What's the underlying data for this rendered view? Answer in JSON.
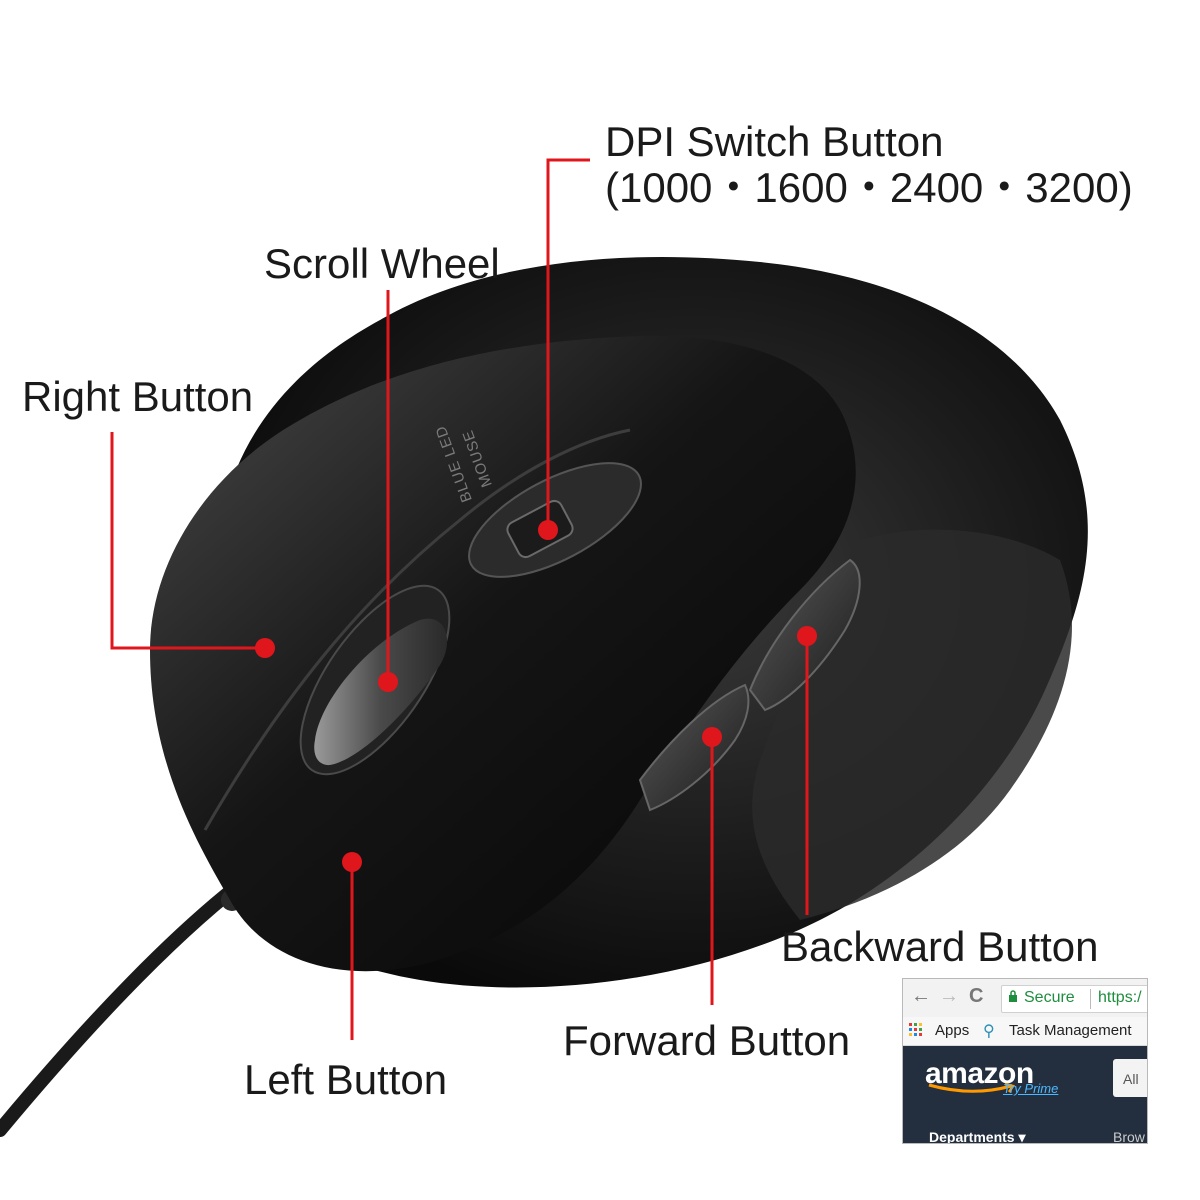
{
  "labels": {
    "dpi_switch_title": "DPI Switch Button",
    "dpi_switch_values": "(1000・1600・2400・3200)",
    "scroll_wheel": "Scroll Wheel",
    "right_button": "Right Button",
    "left_button": "Left Button",
    "forward_button": "Forward Button",
    "backward_button": "Backward Button"
  },
  "mouse_print": {
    "line1": "BLUE LED",
    "line2": "MOUSE"
  },
  "browser_thumbnail": {
    "back": "←",
    "forward": "→",
    "reload": "C",
    "secure": "Secure",
    "url": "https:/",
    "apps": "Apps",
    "bookmark": "Task Management",
    "logo": "amazon",
    "try_prime": "Try Prime",
    "search_scope": "All",
    "departments": "Departments ▾",
    "browse": "Brow"
  },
  "colors": {
    "callout_red": "#e0161d",
    "mouse_body": "#111111"
  }
}
